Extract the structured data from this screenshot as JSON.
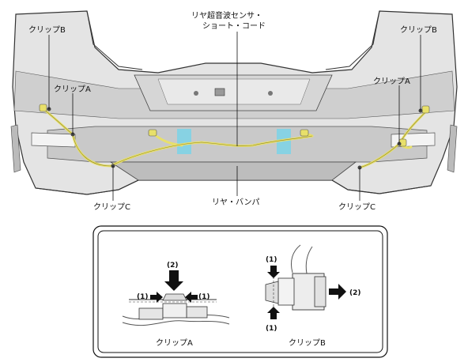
{
  "labels": {
    "clip_b_left": "クリップB",
    "clip_b_right": "クリップB",
    "clip_a_left": "クリップA",
    "clip_a_right": "クリップA",
    "clip_c_left": "クリップC",
    "clip_c_right": "クリップC",
    "sensor_cord_line1": "リヤ超音波センサ・",
    "sensor_cord_line2": "ショート・コード",
    "rear_bumper": "リヤ・バンパ"
  },
  "detail": {
    "clip_a_caption": "クリップA",
    "clip_b_caption": "クリップB",
    "step1": "(1)",
    "step2": "(2)"
  },
  "colors": {
    "harness": "#e8e06a",
    "sensor_marker": "#7fd3e6",
    "bumper_fill": "#dcdcdc",
    "outline": "#333333"
  }
}
